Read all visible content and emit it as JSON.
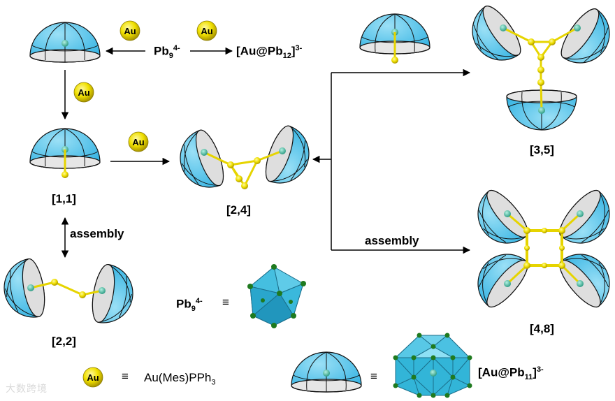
{
  "au_ball_label": "Au",
  "labels": {
    "pb9": "Pb",
    "pb9_sub": "9",
    "pb9_sup": "4-",
    "au_pb12_a": "[Au@Pb",
    "au_pb12_sub": "12",
    "au_pb12_b": "]",
    "au_pb12_sup": "3-",
    "c11": "[1,1]",
    "c22": "[2,2]",
    "c24": "[2,4]",
    "c35": "[3,5]",
    "c48": "[4,8]",
    "assembly_left": "assembly",
    "assembly_right": "assembly"
  },
  "legend": {
    "pb9_symbol": "Pb",
    "pb9_sub": "9",
    "pb9_sup": "4-",
    "equiv": "≡",
    "au_equiv": "≡",
    "au_text_a": "Au(Mes)PPh",
    "au_text_sub": "3",
    "hemi_equiv": "≡",
    "au_pb11_a": "[Au@Pb",
    "au_pb11_sub": "11",
    "au_pb11_b": "]",
    "au_pb11_sup": "3-"
  },
  "colors": {
    "hemisphere": "#4fc3ec",
    "hemisphere_light": "#a7e3f7",
    "cut_face": "#dcdcdc",
    "gold": "#f0e000",
    "gold_dark": "#b8a400",
    "teal": "#4ec9b0",
    "cluster": "#32b5d8",
    "vertex": "#1f7a1f"
  },
  "icons": [
    "right-arrow-icon",
    "left-arrow-icon",
    "down-arrow-icon",
    "double-arrow-icon"
  ],
  "watermark": "大数跨境"
}
